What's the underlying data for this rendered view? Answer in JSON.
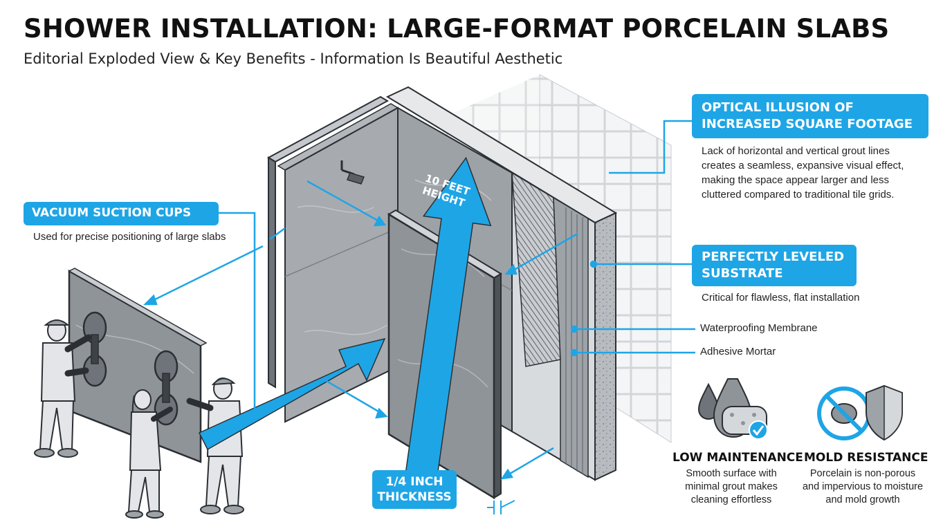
{
  "header": {
    "title": "SHOWER INSTALLATION: LARGE-FORMAT PORCELAIN SLABS",
    "subtitle": "Editorial Exploded View & Key Benefits - Information Is Beautiful Aesthetic"
  },
  "callouts": {
    "vacuum": {
      "title": "VACUUM SUCTION CUPS",
      "text": "Used for precise positioning of large slabs"
    },
    "optical": {
      "title_line1": "OPTICAL ILLUSION OF",
      "title_line2": "INCREASED SQUARE FOOTAGE",
      "text_lines": [
        "Lack of horizontal and vertical grout lines",
        "creates a seamless, expansive visual effect,",
        "making the space appear larger and less",
        "cluttered compared to traditional tile grids."
      ]
    },
    "substrate": {
      "title_line1": "PERFECTLY LEVELED",
      "title_line2": "SUBSTRATE",
      "text": "Critical for flawless, flat installation"
    }
  },
  "layers": {
    "membrane": "Waterproofing Membrane",
    "mortar": "Adhesive Mortar"
  },
  "dimensions": {
    "height_line1": "10 FEET",
    "height_line2": "HEIGHT",
    "thickness_line1": "1/4 INCH",
    "thickness_line2": "THICKNESS"
  },
  "benefits": [
    {
      "title": "LOW MAINTENANCE",
      "lines": [
        "Smooth surface with",
        "minimal grout makes",
        "cleaning effortless"
      ]
    },
    {
      "title": "MOLD RESISTANCE",
      "lines": [
        "Porcelain is non-porous",
        "and impervious to moisture",
        "and mold growth"
      ]
    }
  ],
  "colors": {
    "accent": "#1ea5e6",
    "slab_gray": "#8f9499",
    "dark_outline": "#2b2f33"
  },
  "icons": [
    "water-drop-sponge-icon",
    "check-badge-icon",
    "no-mold-icon",
    "shield-icon",
    "shower-head-icon"
  ]
}
